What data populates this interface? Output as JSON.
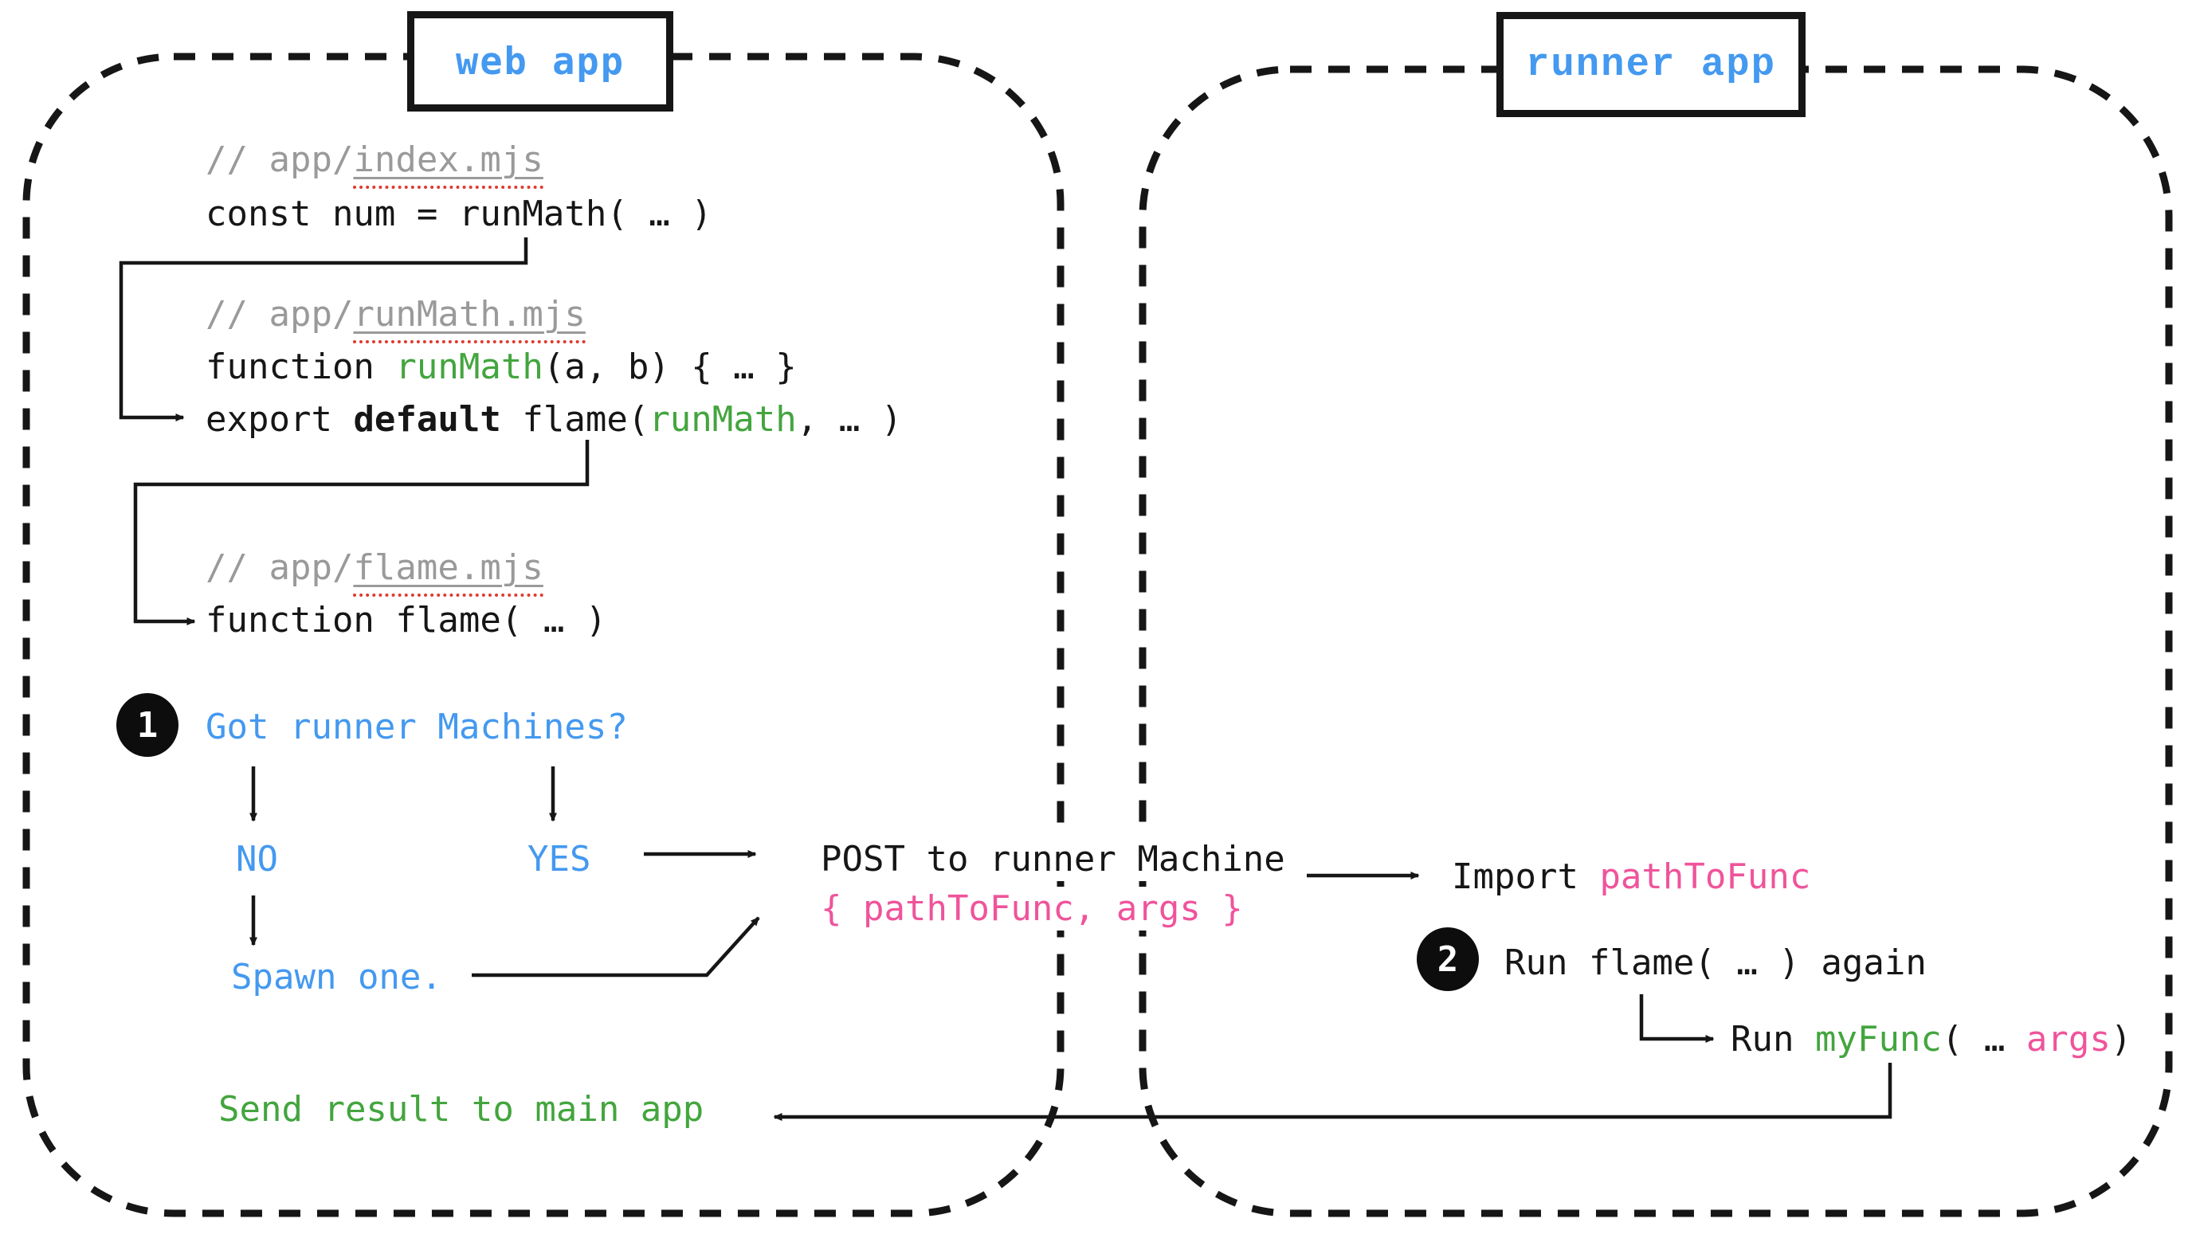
{
  "colors": {
    "blue": "#4499f0",
    "green": "#43a53e",
    "pink": "#ef549b",
    "gray": "#9a9a9a",
    "red": "#e03a2f",
    "ink": "#161616"
  },
  "web": {
    "title": "web app",
    "b1": {
      "comment": "// app/",
      "file": "index.mjs",
      "l1": "const num = runMath( … )"
    },
    "b2": {
      "comment": "// app/",
      "file": "runMath.mjs",
      "l1a": "function ",
      "l1b": "runMath",
      "l1c": "(a, b) { … }",
      "l2a": "export ",
      "l2b": "default",
      "l2c": " flame(",
      "l2d": "runMath",
      "l2e": ", … )"
    },
    "b3": {
      "comment": "// app/",
      "file": "flame.mjs",
      "l1": "function flame( … )"
    },
    "step1": {
      "num": "1",
      "label": "Got runner Machines?"
    },
    "no": "NO",
    "yes": "YES",
    "spawn": "Spawn one.",
    "post_l1": "POST to runner Machine",
    "post_l2": "{ pathToFunc, args }",
    "send": "Send result to main app"
  },
  "runner": {
    "title": "runner app",
    "import_a": "Import ",
    "import_b": "pathToFunc",
    "step2": {
      "num": "2",
      "label": "Run flame( … ) again"
    },
    "run_a": "Run ",
    "run_b": "myFunc",
    "run_c": "( … ",
    "run_d": "args",
    "run_e": ")"
  }
}
